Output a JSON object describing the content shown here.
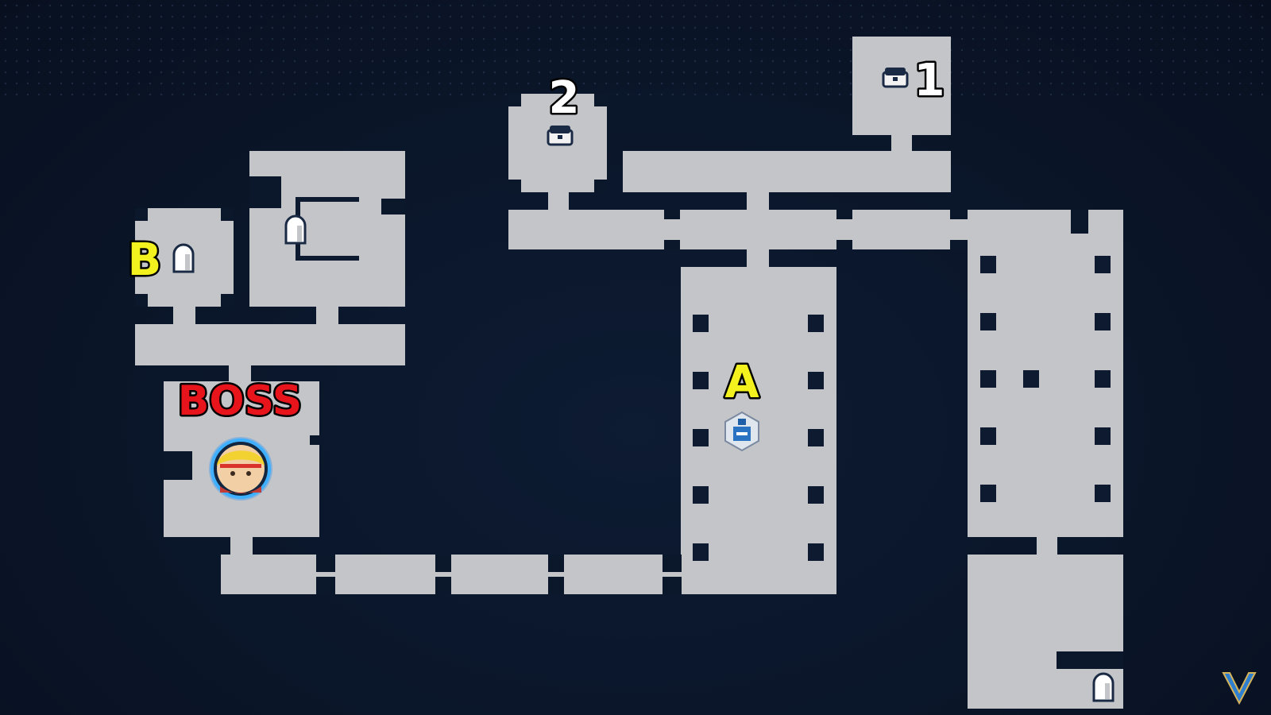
{
  "map": {
    "background_color": "#0a1528",
    "floor_color": "#c3c5c8",
    "pillar_color": "#0d1a30",
    "labels": {
      "treasure_1": "1",
      "treasure_2": "2",
      "point_a": "A",
      "point_b": "B",
      "boss": "BOSS"
    },
    "label_colors": {
      "number": "#ffffff",
      "letter": "#f4f21e",
      "boss": "#e8141c"
    },
    "icons": [
      {
        "id": "treasure-chest-1",
        "icon": "treasure-chest-icon"
      },
      {
        "id": "treasure-chest-2",
        "icon": "treasure-chest-icon"
      },
      {
        "id": "door-b",
        "icon": "door-icon"
      },
      {
        "id": "door-north",
        "icon": "door-icon"
      },
      {
        "id": "door-exit",
        "icon": "door-icon"
      },
      {
        "id": "potion-a",
        "icon": "potion-icon"
      },
      {
        "id": "player-marker",
        "icon": "player-avatar-icon"
      },
      {
        "id": "watermark-logo",
        "icon": "v-logo-icon"
      }
    ]
  }
}
